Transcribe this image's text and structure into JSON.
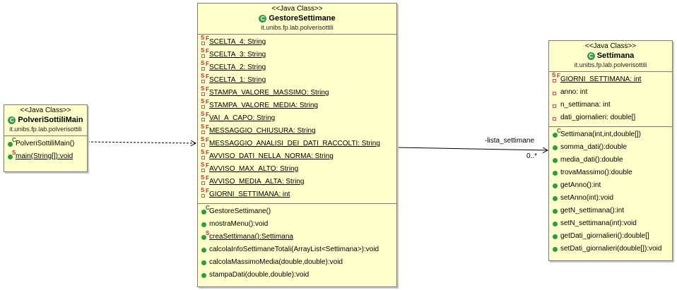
{
  "classes": {
    "main": {
      "stereotype": "<<Java Class>>",
      "name": "PolveriSottiliMain",
      "package": "it.unibs.fp.lab.polverisottili",
      "attributes": [],
      "methods": [
        {
          "text": "PolveriSottiliMain()",
          "marker": "constructor"
        },
        {
          "text": "main(String[]):void",
          "marker": "static"
        }
      ]
    },
    "gestore": {
      "stereotype": "<<Java Class>>",
      "name": "GestoreSettimane",
      "package": "it.unibs.fp.lab.polverisottili",
      "attributes": [
        {
          "text": "SCELTA_4: String",
          "marker": "static-final"
        },
        {
          "text": "SCELTA_3: String",
          "marker": "static-final"
        },
        {
          "text": "SCELTA_2: String",
          "marker": "static-final"
        },
        {
          "text": "SCELTA_1: String",
          "marker": "static-final"
        },
        {
          "text": "STAMPA_VALORE_MASSIMO: String",
          "marker": "static-final"
        },
        {
          "text": "STAMPA_VALORE_MEDIA: String",
          "marker": "static-final"
        },
        {
          "text": "VAI_A_CAPO: String",
          "marker": "static-final"
        },
        {
          "text": "MESSAGGIO_CHIUSURA: String",
          "marker": "static-final"
        },
        {
          "text": "MESSAGGIO_ANALISI_DEI_DATI_RACCOLTI: String",
          "marker": "static-final"
        },
        {
          "text": "AVVISO_DATI_NELLA_NORMA: String",
          "marker": "static-final"
        },
        {
          "text": "AVVISO_MAX_ALTO: String",
          "marker": "static-final"
        },
        {
          "text": "AVVISO_MEDIA_ALTA: String",
          "marker": "static-final"
        },
        {
          "text": "GIORNI_SETTIMANA: int",
          "marker": "static-final"
        }
      ],
      "methods": [
        {
          "text": "GestoreSettimane()",
          "marker": "constructor"
        },
        {
          "text": "mostraMenu():void",
          "marker": "public"
        },
        {
          "text": "creaSettimana():Settimana",
          "marker": "static"
        },
        {
          "text": "calcolaInfoSettimaneTotali(ArrayList<Settimana>):void",
          "marker": "public"
        },
        {
          "text": "calcolaMassimoMedia(double,double):void",
          "marker": "public"
        },
        {
          "text": "stampaDati(double,double):void",
          "marker": "public"
        }
      ]
    },
    "settimana": {
      "stereotype": "<<Java Class>>",
      "name": "Settimana",
      "package": "it.unibs.fp.lab.polverisottili",
      "attributes": [
        {
          "text": "GIORNI_SETTIMANA: int",
          "marker": "static-final"
        },
        {
          "text": "anno: int",
          "marker": "private"
        },
        {
          "text": "n_settimana: int",
          "marker": "private"
        },
        {
          "text": "dati_giornalieri: double[]",
          "marker": "private"
        }
      ],
      "methods": [
        {
          "text": "Settimana(int,int,double[])",
          "marker": "constructor"
        },
        {
          "text": "somma_dati():double",
          "marker": "public"
        },
        {
          "text": "media_dati():double",
          "marker": "public"
        },
        {
          "text": "trovaMassimo():double",
          "marker": "public"
        },
        {
          "text": "getAnno():int",
          "marker": "public"
        },
        {
          "text": "setAnno(int):void",
          "marker": "public"
        },
        {
          "text": "getN_settimana():int",
          "marker": "public"
        },
        {
          "text": "setN_settimana(int):void",
          "marker": "public"
        },
        {
          "text": "getDati_giornalieri():double[]",
          "marker": "public"
        },
        {
          "text": "setDati_giornalieri(double[]):void",
          "marker": "public"
        }
      ]
    }
  },
  "association": {
    "role": "-lista_settimane",
    "multiplicity": "0..*"
  },
  "colors": {
    "class_fill": "#ffffcc",
    "class_icon": "#3a9a4a",
    "static_marker": "#b03030"
  }
}
